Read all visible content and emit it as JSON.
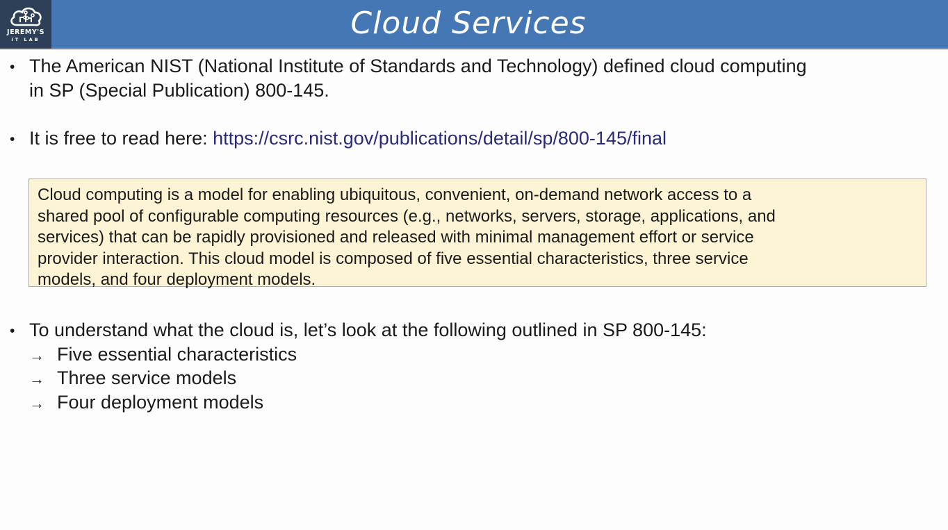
{
  "header": {
    "title": "Cloud Services",
    "logo_line1": "JEREMY'S",
    "logo_line2": "IT LAB",
    "bar_color": "#4477b3",
    "logo_bg": "#2e4057"
  },
  "bullets": {
    "b1": {
      "marker": "•",
      "line1": "The American NIST (National Institute of Standards and Technology) defined cloud computing",
      "line2": "in SP (Special Publication) 800-145."
    },
    "b2": {
      "marker": "•",
      "prefix": "It is free to read here: ",
      "link": "https://csrc.nist.gov/publications/detail/sp/800-145/final"
    },
    "b3": {
      "marker": "•",
      "text": "To understand what the cloud is, let’s look at the following outlined in SP 800-145:"
    }
  },
  "quote": {
    "lines": [
      "Cloud computing is a model for enabling ubiquitous, convenient, on-demand network access to a",
      "shared pool of configurable computing resources (e.g., networks, servers, storage, applications, and",
      "services) that can be rapidly provisioned and released with minimal management effort or service",
      "provider interaction.  This cloud model is composed of five essential characteristics, three service",
      "models, and four deployment models."
    ],
    "bg_color": "#fdf4d6"
  },
  "subitems": [
    {
      "arrow": "→",
      "text": "Five essential characteristics"
    },
    {
      "arrow": "→",
      "text": "Three service models"
    },
    {
      "arrow": "→",
      "text": "Four deployment models"
    }
  ]
}
